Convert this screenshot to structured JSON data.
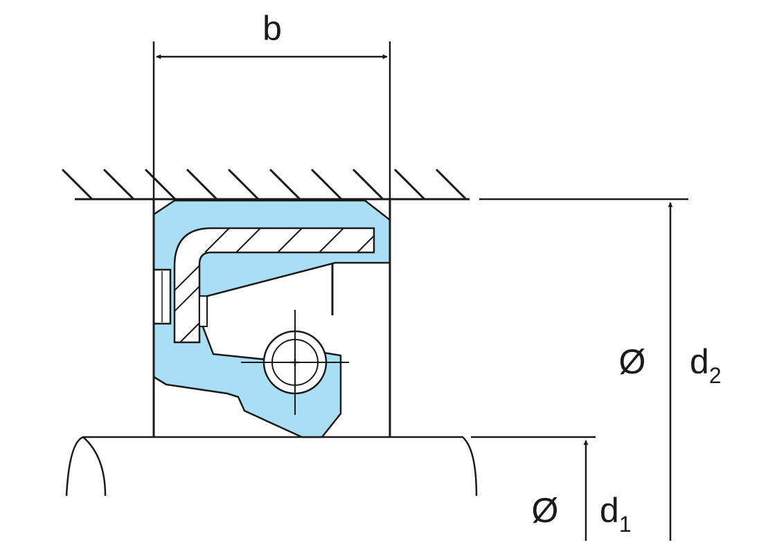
{
  "labels": {
    "width": "b",
    "outer_symbol": "Ø",
    "outer_base": "d",
    "outer_sub": "2",
    "inner_symbol": "Ø",
    "inner_base": "d",
    "inner_sub": "1"
  },
  "colors": {
    "seal_fill": "#a9def5",
    "line": "#1a1a1a",
    "background": "#ffffff"
  }
}
